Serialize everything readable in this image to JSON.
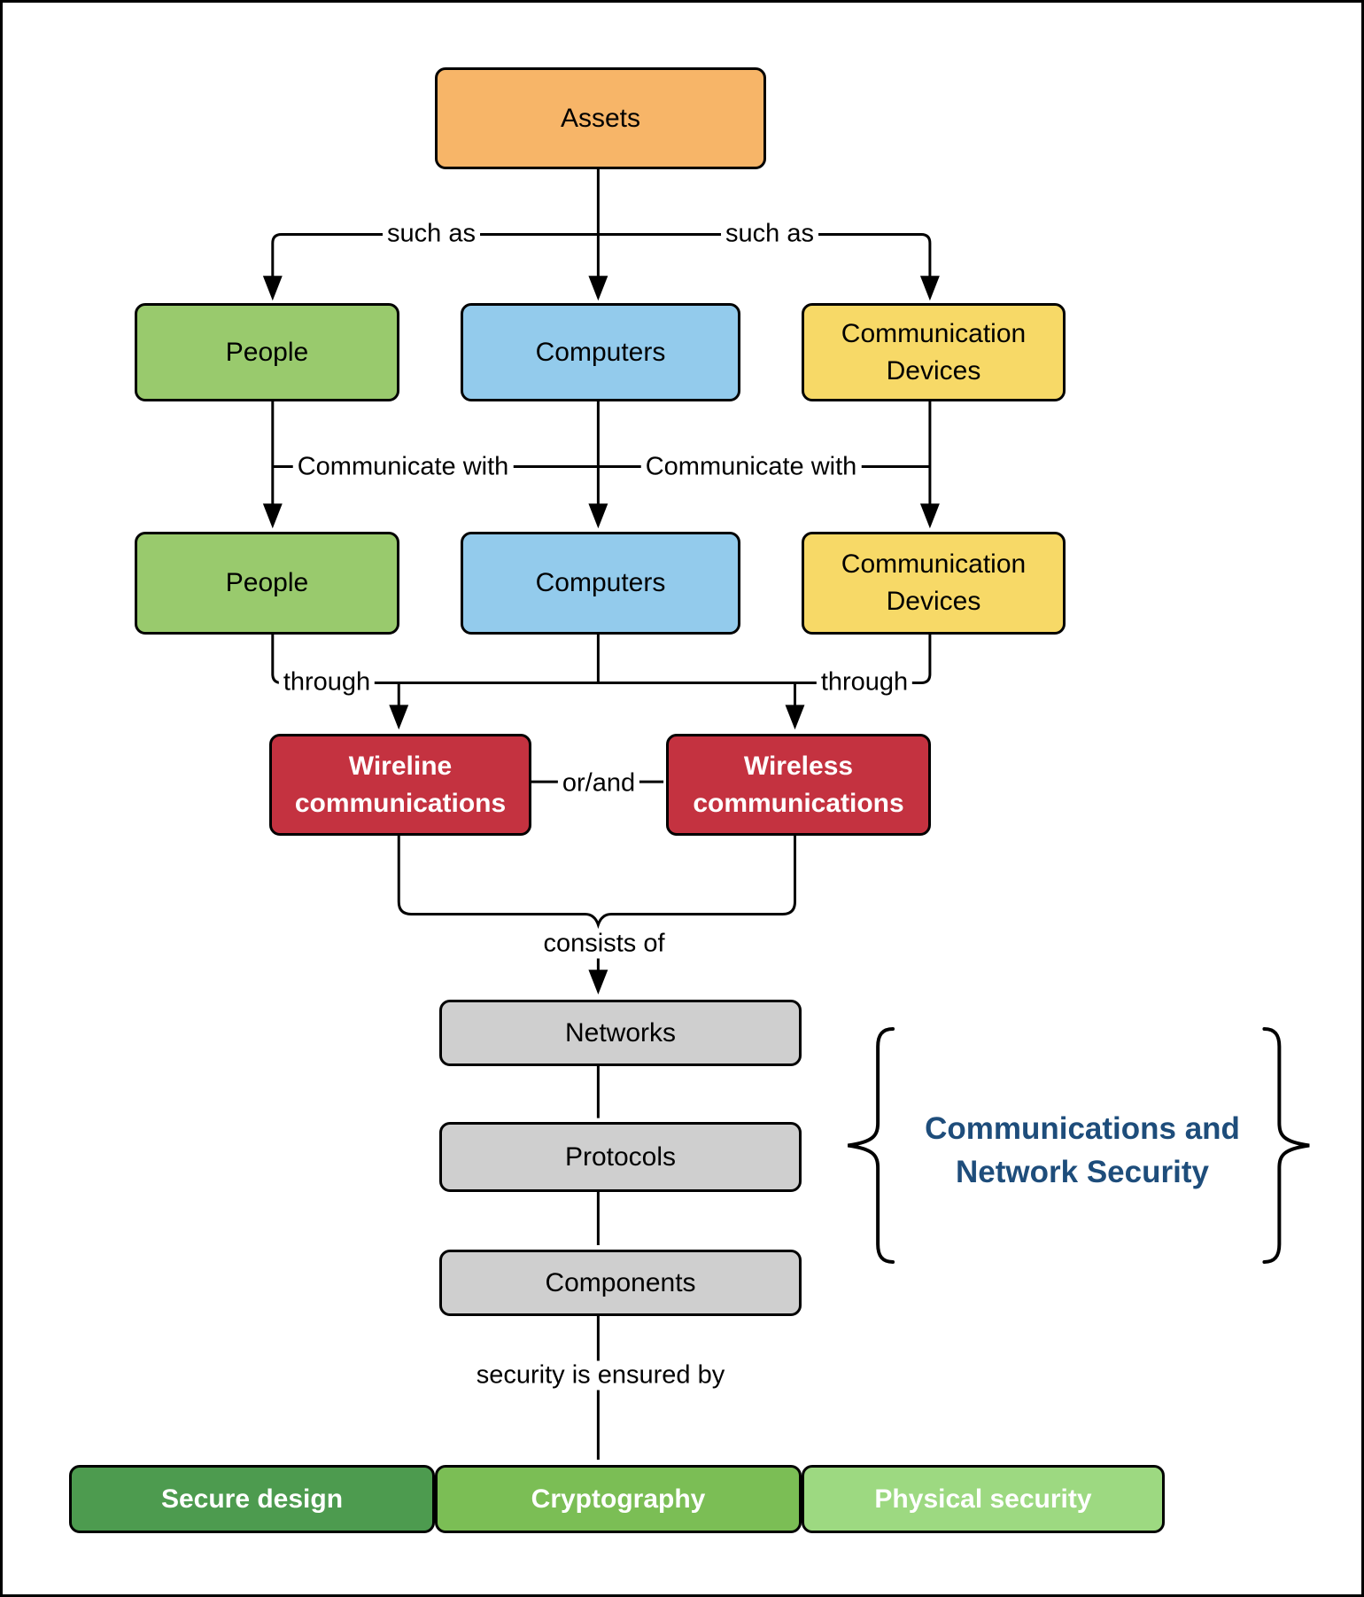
{
  "diagram_type": "flowchart",
  "nodes": {
    "assets": {
      "label": "Assets",
      "fill": "#F7B568",
      "text_color": "#000000",
      "bold": false
    },
    "people_top": {
      "label": "People",
      "fill": "#99CA6D",
      "text_color": "#000000",
      "bold": false
    },
    "computers_top": {
      "label": "Computers",
      "fill": "#93CBEC",
      "text_color": "#000000",
      "bold": false
    },
    "comm_devices_top": {
      "label": "Communication Devices",
      "fill": "#F7D967",
      "text_color": "#000000",
      "bold": false
    },
    "people_bottom": {
      "label": "People",
      "fill": "#99CA6D",
      "text_color": "#000000",
      "bold": false
    },
    "computers_bottom": {
      "label": "Computers",
      "fill": "#93CBEC",
      "text_color": "#000000",
      "bold": false
    },
    "comm_devices_bottom": {
      "label": "Communication Devices",
      "fill": "#F7D967",
      "text_color": "#000000",
      "bold": false
    },
    "wireline": {
      "label": "Wireline communications",
      "fill": "#C43240",
      "text_color": "#FFFFFF",
      "bold": true
    },
    "wireless": {
      "label": "Wireless communications",
      "fill": "#C43240",
      "text_color": "#FFFFFF",
      "bold": true
    },
    "networks": {
      "label": "Networks",
      "fill": "#CFCFCF",
      "text_color": "#000000",
      "bold": false
    },
    "protocols": {
      "label": "Protocols",
      "fill": "#CFCFCF",
      "text_color": "#000000",
      "bold": false
    },
    "components": {
      "label": "Components",
      "fill": "#CFCFCF",
      "text_color": "#000000",
      "bold": false
    },
    "secure_design": {
      "label": "Secure design",
      "fill": "#4D9B4F",
      "text_color": "#FFFFFF",
      "bold": true
    },
    "cryptography": {
      "label": "Cryptography",
      "fill": "#7BBE55",
      "text_color": "#FFFFFF",
      "bold": true
    },
    "physical_security": {
      "label": "Physical security",
      "fill": "#9DD981",
      "text_color": "#FFFFFF",
      "bold": true
    }
  },
  "edge_labels": {
    "such_as_left": "such as",
    "such_as_right": "such as",
    "communicate_with_left": "Communicate with",
    "communicate_with_right": "Communicate with",
    "through_left": "through",
    "through_right": "through",
    "or_and": "or/and",
    "consists_of": "consists of",
    "security_ensured": "security is ensured by"
  },
  "annotation": {
    "line1": "Communications and",
    "line2": "Network Security",
    "color": "#1E4D7B"
  },
  "line_color": "#000000"
}
